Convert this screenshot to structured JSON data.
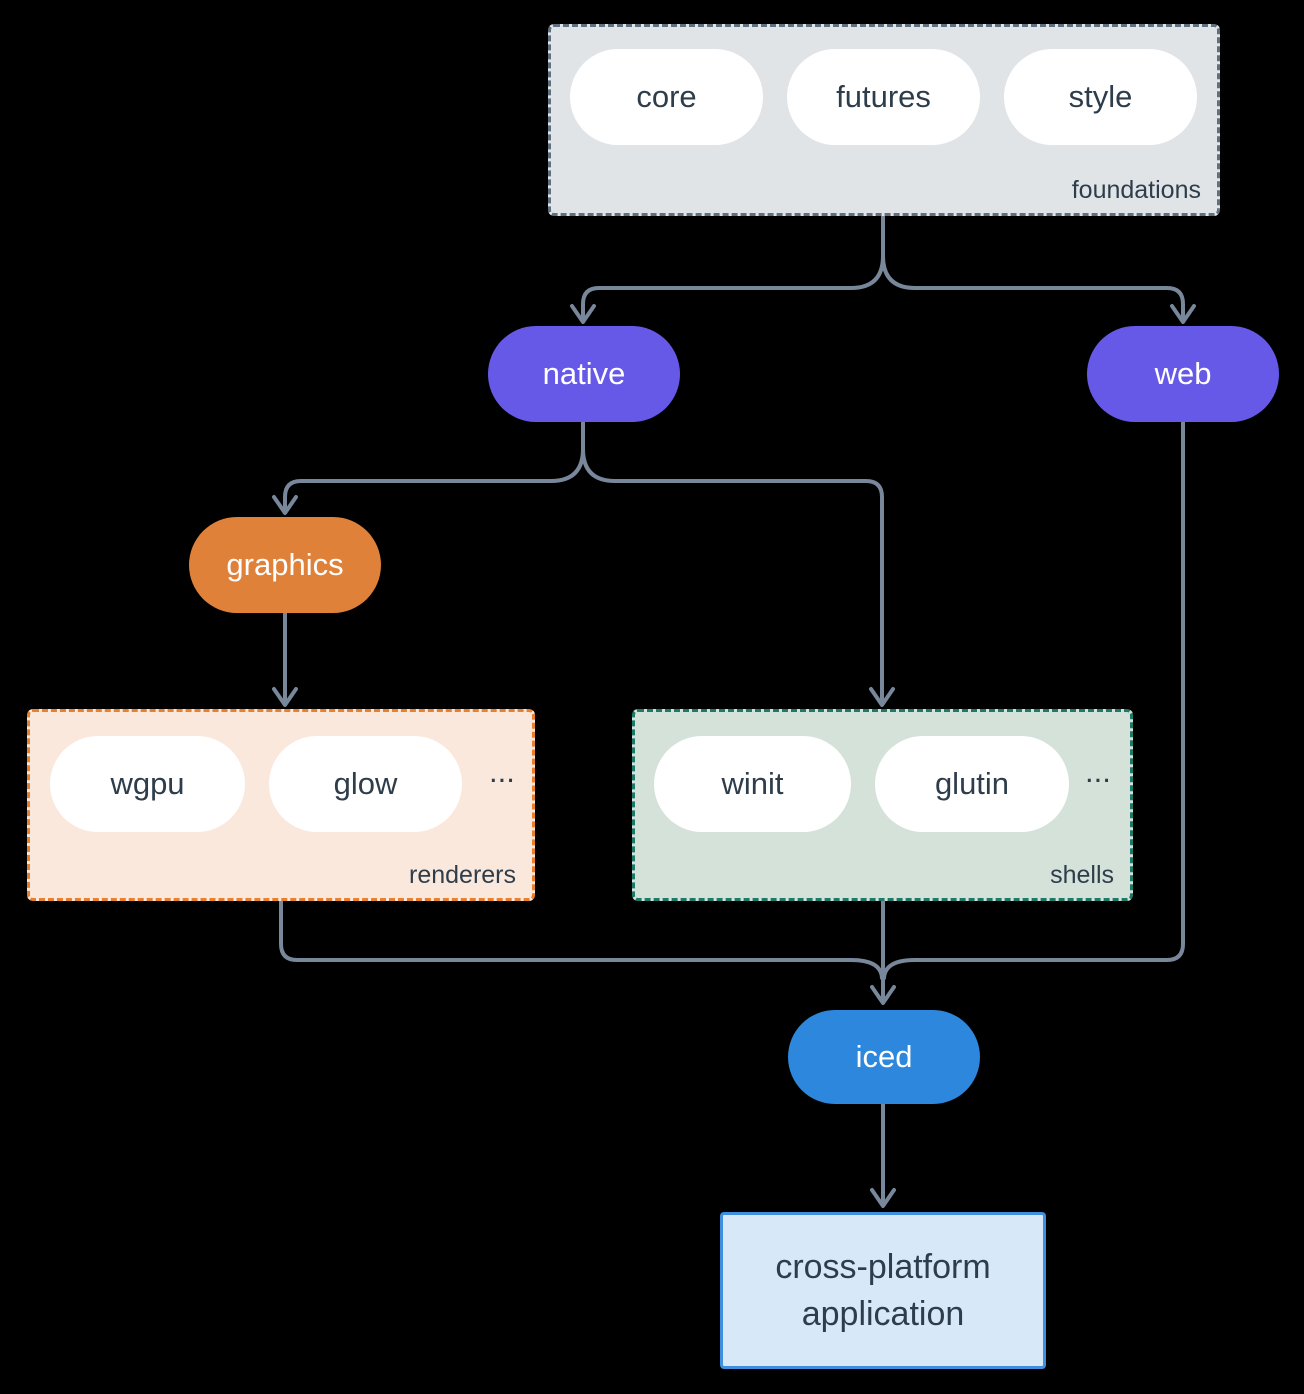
{
  "groups": {
    "foundations": {
      "label": "foundations",
      "pills": [
        "core",
        "futures",
        "style"
      ]
    },
    "renderers": {
      "label": "renderers",
      "pills": [
        "wgpu",
        "glow"
      ],
      "ellipsis": "..."
    },
    "shells": {
      "label": "shells",
      "pills": [
        "winit",
        "glutin"
      ],
      "ellipsis": "..."
    }
  },
  "nodes": {
    "native": "native",
    "web": "web",
    "graphics": "graphics",
    "iced": "iced",
    "application": "cross-platform application"
  },
  "colors": {
    "background": "#000000",
    "line": "#78879a",
    "ink": "#2e3d4b",
    "pill-white": "#ffffff",
    "purple": "#6659e8",
    "orange": "#e0813a",
    "blue": "#2d87dc",
    "foundations-fill": "#e0e4e7",
    "foundations-border": "#5f7080",
    "renderers-fill": "#fae8dc",
    "renderers-border": "#e8802d",
    "shells-fill": "#d4e2da",
    "shells-border": "#1e7a68",
    "app-fill": "#d7e8f8",
    "app-border": "#3f8fde"
  }
}
